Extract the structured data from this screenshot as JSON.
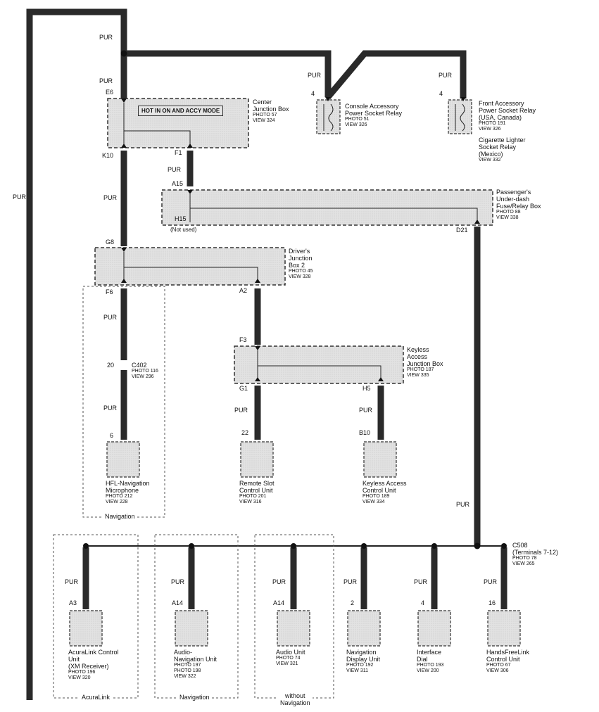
{
  "wire_color": "PUR",
  "note": "HOT IN ON AND ACCY MODE",
  "components": {
    "center_jb": {
      "name": "Center\nJunction Box",
      "photo": "PHOTO 57",
      "view": "VIEW 324"
    },
    "console_relay": {
      "name": "Console Accessory\nPower Socket Relay",
      "photo": "PHOTO 51",
      "view": "VIEW 326"
    },
    "front_relay": {
      "name": "Front Accessory\nPower Socket Relay\n(USA, Canada)",
      "photo": "PHOTO 191",
      "view": "VIEW 326",
      "alt": "Cigarette Lighter\nSocket Relay\n(Mexico)",
      "alt_view": "VIEW 332"
    },
    "passenger_box": {
      "name": "Passenger's\nUnder-dash\nFuse/Relay Box",
      "photo": "PHOTO 88",
      "view": "VIEW 338"
    },
    "driver_jb2": {
      "name": "Driver's\nJunction\nBox 2",
      "photo": "PHOTO 45",
      "view": "VIEW 328"
    },
    "keyless_jb": {
      "name": "Keyless\nAccess\nJunction Box",
      "photo": "PHOTO 187",
      "view": "VIEW 335"
    },
    "c402": {
      "name": "C402",
      "photo": "PHOTO 116",
      "view": "VIEW 296"
    },
    "hfl_mic": {
      "name": "HFL-Navigation\nMicrophone",
      "photo": "PHOTO 212",
      "view": "VIEW 228"
    },
    "remote_slot": {
      "name": "Remote Slot\nControl Unit",
      "photo": "PHOTO 201",
      "view": "VIEW 316"
    },
    "keyless_cu": {
      "name": "Keyless Access\nControl Unit",
      "photo": "PHOTO 189",
      "view": "VIEW 334"
    },
    "c508": {
      "name": "C508\n(Terminals 7-12)",
      "photo": "PHOTO 78",
      "view": "VIEW 265"
    },
    "acuralink": {
      "name": "AcuraLink Control\nUnit\n(XM Receiver)",
      "photo": "PHOTO 196",
      "view": "VIEW 320"
    },
    "audio_nav": {
      "name": "Audio-\nNavigation Unit",
      "photo": "PHOTO 197\nPHOTO 198",
      "view": "VIEW 322"
    },
    "audio_unit": {
      "name": "Audio Unit",
      "photo": "PHOTO 74",
      "view": "VIEW 321"
    },
    "nav_display": {
      "name": "Navigation\nDisplay Unit",
      "photo": "PHOTO 192",
      "view": "VIEW 311"
    },
    "interface_dial": {
      "name": "Interface\nDial",
      "photo": "PHOTO 193",
      "view": "VIEW 200"
    },
    "handsfree": {
      "name": "HandsFreeLink\nControl Unit",
      "photo": "PHOTO 67",
      "view": "VIEW 306"
    }
  },
  "pins": {
    "e6": "E6",
    "k10": "K10",
    "f1": "F1",
    "a15": "A15",
    "h15": "H15",
    "not_used": "(Not used)",
    "d21": "D21",
    "g8": "G8",
    "f6": "F6",
    "a2": "A2",
    "f3": "F3",
    "g1": "G1",
    "h5": "H5",
    "p20": "20",
    "p6": "6",
    "p22": "22",
    "b10": "B10",
    "c4a": "4",
    "c4b": "4",
    "a3": "A3",
    "a14a": "A14",
    "a14b": "A14",
    "p2": "2",
    "p4": "4",
    "p16": "16"
  },
  "groups": {
    "navigation1": "Navigation",
    "acuralink": "AcuraLink",
    "navigation2": "Navigation",
    "without_nav": "without\nNavigation"
  }
}
